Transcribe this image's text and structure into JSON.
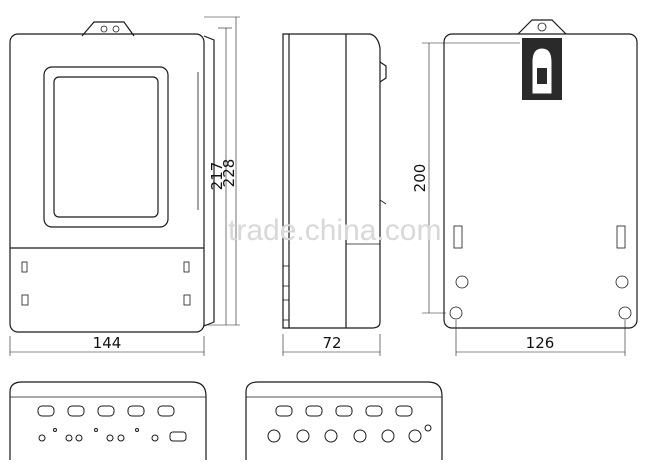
{
  "dimensions": {
    "front_width": "144",
    "height_inner": "217",
    "height_outer": "228",
    "side_depth": "72",
    "mount_height": "200",
    "mount_width": "126"
  },
  "watermark": "trade.china.com"
}
